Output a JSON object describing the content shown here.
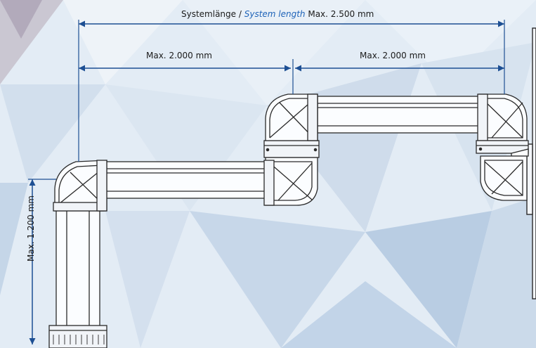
{
  "dimensions": {
    "system_length": {
      "label_de": "Systemlänge",
      "separator": " / ",
      "label_en": "System length",
      "value": " Max. 2.500 mm"
    },
    "lower_arm_length": {
      "label": "Max. 2.000 mm"
    },
    "upper_arm_length": {
      "label": "Max. 2.000 mm"
    },
    "column_height": {
      "label": "Max. 1.200 mm"
    }
  },
  "colors": {
    "dimension_line": "#1d4f93",
    "outline": "#2a2a2a",
    "tube_fill": "#fbfdff",
    "background": "#dfe9f3"
  }
}
